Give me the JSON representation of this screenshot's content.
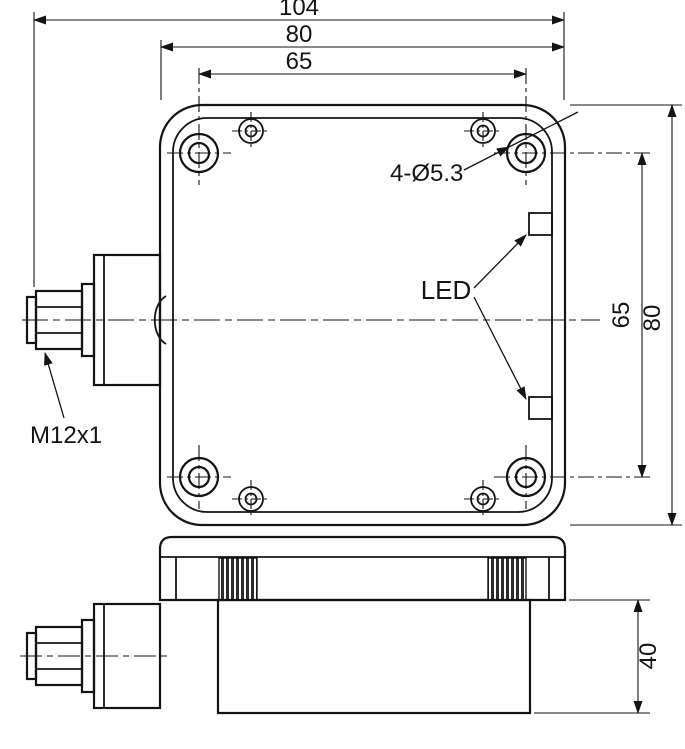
{
  "drawing": {
    "dimensions": {
      "overall_width": "104",
      "body_width": "80",
      "hole_spacing_width": "65",
      "hole_spacing_height": "65",
      "body_height": "80",
      "housing_depth": "40"
    },
    "labels": {
      "mounting_holes": "4-Ø5.3",
      "led": "LED",
      "connector_thread": "M12x1"
    },
    "colors": {
      "line": "#141414",
      "background": "#ffffff"
    }
  }
}
